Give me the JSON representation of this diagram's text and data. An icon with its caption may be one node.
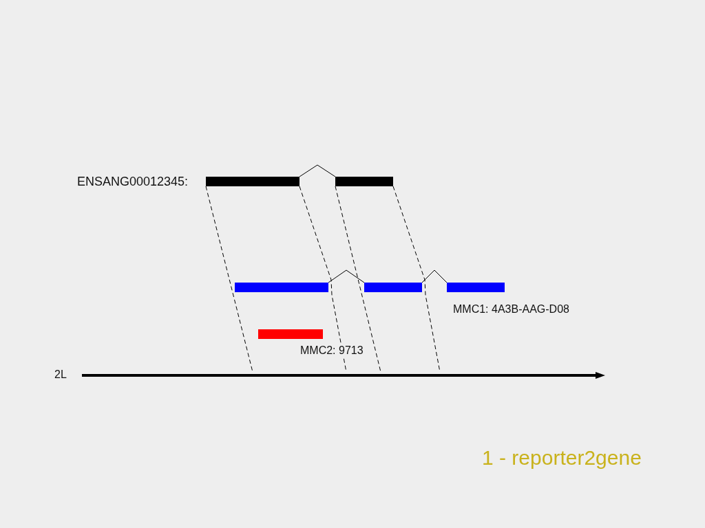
{
  "diagram": {
    "title": "1 - reporter2gene",
    "nodes": [
      {
        "text": [],
        "shape": "bar",
        "beside": [
          "ENSANG00012345:"
        ]
      },
      {
        "text": [],
        "shape": "bar"
      },
      {
        "text": [],
        "shape": "bar"
      },
      {
        "text": [],
        "shape": "bar"
      },
      {
        "text": [],
        "shape": "bar",
        "beside": [
          "MMC1: 4A3B-AAG-D08"
        ]
      },
      {
        "text": [],
        "shape": "bar",
        "beside": [
          "MMC2: 9713"
        ]
      },
      {
        "text": [],
        "shape": "arrow",
        "beside": [
          "2L"
        ]
      }
    ],
    "edges": [
      {
        "from": 0,
        "to": 1,
        "arrow": "none"
      },
      {
        "from": 2,
        "to": 3,
        "arrow": "none"
      },
      {
        "from": 3,
        "to": 4,
        "arrow": "none"
      },
      {
        "from": 0,
        "to": 6,
        "arrow": "none",
        "style": "dashed"
      },
      {
        "from": 0,
        "to": 6,
        "arrow": "none",
        "style": "dashed"
      },
      {
        "from": 1,
        "to": 6,
        "arrow": "none",
        "style": "dashed"
      },
      {
        "from": 1,
        "to": 6,
        "arrow": "none",
        "style": "dashed"
      }
    ]
  }
}
